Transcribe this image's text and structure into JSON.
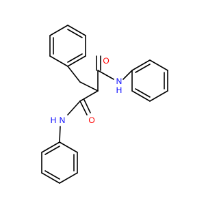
{
  "molecule": {
    "atoms": [
      {
        "id": "O1",
        "label": "O"
      },
      {
        "id": "O2",
        "label": "O"
      },
      {
        "id": "N1",
        "label": "N",
        "h": "H"
      },
      {
        "id": "N2",
        "label": "N",
        "h": "H"
      }
    ]
  },
  "colors": {
    "bond": "#000000",
    "oxygen": "#ff0000",
    "nitrogen": "#0000ff",
    "background": "#ffffff"
  }
}
